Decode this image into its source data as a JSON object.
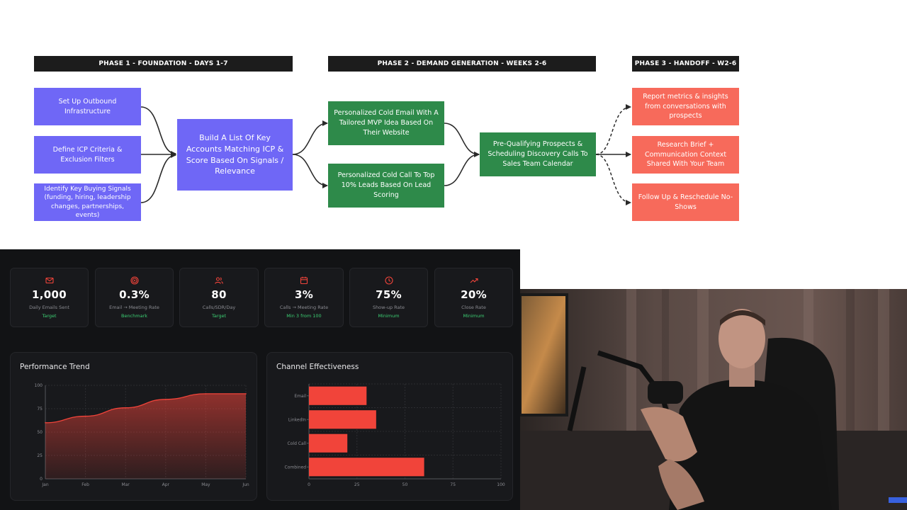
{
  "phases": {
    "p1": "PHASE 1 - FOUNDATION - DAYS 1-7",
    "p2": "PHASE 2 - DEMAND GENERATION - WEEKS 2-6",
    "p3": "PHASE 3 - HANDOFF - W2-6"
  },
  "nodes": {
    "outbound": "Set Up Outbound Infrastructure",
    "icp": "Define ICP Criteria & Exclusion Filters",
    "signals": "Identify Key Buying Signals (funding, hiring, leadership changes, partnerships, events)",
    "accounts": "Build A List Of Key Accounts Matching ICP & Score Based On Signals / Relevance",
    "cold_email": "Personalized Cold Email With A Tailored MVP Idea Based On Their Website",
    "cold_call": "Personalized Cold Call To Top 10% Leads Based On Lead Scoring",
    "prequal": "Pre-Qualifying Prospects & Scheduling Discovery Calls To Sales Team Calendar",
    "report": "Report metrics & insights from conversations with prospects",
    "research": "Research Brief + Communication Context Shared With Your Team",
    "followup": "Follow Up & Reschedule No-Shows"
  },
  "colors": {
    "phase_bar": "#1c1c1c",
    "foundation": "#6f67f6",
    "demand": "#2e8a4a",
    "handoff": "#f76a5b",
    "dashboard_bg": "#121315",
    "accent_red": "#f1443a",
    "positive_green": "#3ccf73"
  },
  "kpis": [
    {
      "icon": "mail-icon",
      "value": "1,000",
      "label": "Daily Emails Sent",
      "sub": "Target"
    },
    {
      "icon": "target-icon",
      "value": "0.3%",
      "label": "Email → Meeting Rate",
      "sub": "Benchmark"
    },
    {
      "icon": "users-icon",
      "value": "80",
      "label": "Calls/SDR/Day",
      "sub": "Target"
    },
    {
      "icon": "calendar-icon",
      "value": "3%",
      "label": "Calls → Meeting Rate",
      "sub": "Min 3 from 100"
    },
    {
      "icon": "clock-icon",
      "value": "75%",
      "label": "Show-up Rate",
      "sub": "Minimum"
    },
    {
      "icon": "trending-up-icon",
      "value": "20%",
      "label": "Close Rate",
      "sub": "Minimum"
    }
  ],
  "chart_data": [
    {
      "type": "area",
      "title": "Performance Trend",
      "x": [
        "Jan",
        "Feb",
        "Mar",
        "Apr",
        "May",
        "Jun"
      ],
      "series": [
        {
          "values": [
            60,
            67,
            76,
            85,
            91,
            91
          ]
        }
      ],
      "ylim": [
        0,
        100
      ],
      "yticks": [
        0,
        25,
        50,
        75,
        100
      ],
      "grid": true,
      "color": "#f1443a"
    },
    {
      "type": "bar",
      "orientation": "horizontal",
      "title": "Channel Effectiveness",
      "categories": [
        "Email",
        "LinkedIn",
        "Cold Call",
        "Combined"
      ],
      "values": [
        30,
        35,
        20,
        60
      ],
      "xlim": [
        0,
        100
      ],
      "xticks": [
        0,
        25,
        50,
        75,
        100
      ],
      "grid": true,
      "color": "#f1443a"
    }
  ]
}
